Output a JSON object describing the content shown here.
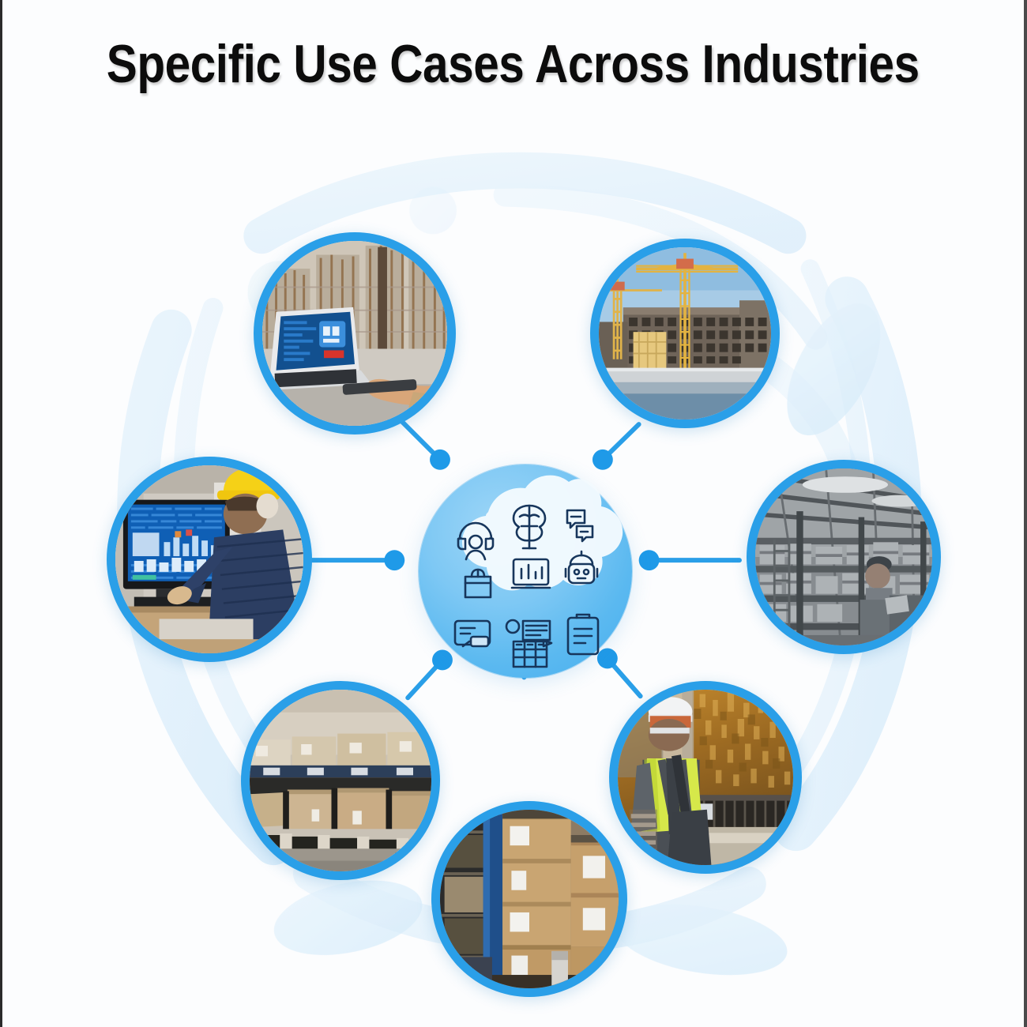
{
  "page": {
    "title": "Specific Use Cases Across Industries",
    "background_color": "#fcfdfe",
    "accent_color": "#2a9fe8",
    "hub_color_light": "#9ed6f7",
    "hub_color_dark": "#45aeee",
    "swirl_color": "#dceefb",
    "border_color_left": "#2b2b2b",
    "border_color_right": "#4a4a4a"
  },
  "diagram": {
    "type": "hub-and-spoke",
    "node_count": 7,
    "hub": {
      "label": "cloud-technology-hub",
      "shape": "cloud",
      "icons": [
        "headset-support-agent-icon",
        "brain-ai-network-icon",
        "chat-bubbles-icon",
        "shopping-bag-icon",
        "laptop-analytics-icon",
        "robot-assistant-icon",
        "chat-interface-icon",
        "document-list-icon",
        "spreadsheet-grid-icon",
        "clipboard-checklist-icon"
      ]
    },
    "nodes": [
      {
        "id": "node-0",
        "name": "laptop-at-construction-site",
        "caption": "Engineer using laptop with data dashboard at rebar construction site",
        "angle_deg": 125
      },
      {
        "id": "node-1",
        "name": "tower-crane-construction",
        "caption": "Multi-storey building under construction with tower cranes",
        "angle_deg": 62
      },
      {
        "id": "node-2",
        "name": "industrial-warehouse-racking",
        "caption": "Worker at industrial storage racking aisle, monochrome",
        "angle_deg": 0
      },
      {
        "id": "node-3",
        "name": "hi-vis-worker-inspection",
        "caption": "Worker in hi-vis vest and hard hat inspecting industrial plant",
        "angle_deg": -55
      },
      {
        "id": "node-4",
        "name": "stacked-cartons-warehouse",
        "caption": "Stacked labelled cartons on blue pallet racking",
        "angle_deg": -90
      },
      {
        "id": "node-5",
        "name": "pallet-boxes-distribution",
        "caption": "Boxes on pallets along warehouse distribution shelving",
        "angle_deg": -125
      },
      {
        "id": "node-6",
        "name": "touchscreen-hmi-operator",
        "caption": "Operator in yellow hard hat using a blue touchscreen HMI panel",
        "angle_deg": 180
      }
    ],
    "connectors": [
      {
        "from": "hub",
        "to": "node-0",
        "endpoint_dot": true
      },
      {
        "from": "hub",
        "to": "node-1",
        "endpoint_dot": true
      },
      {
        "from": "hub",
        "to": "node-2",
        "endpoint_dot": true
      },
      {
        "from": "hub",
        "to": "node-3",
        "endpoint_dot": true
      },
      {
        "from": "hub",
        "to": "node-4",
        "endpoint_dot": true
      },
      {
        "from": "hub",
        "to": "node-5",
        "endpoint_dot": true
      },
      {
        "from": "hub",
        "to": "node-6",
        "endpoint_dot": true
      }
    ]
  }
}
